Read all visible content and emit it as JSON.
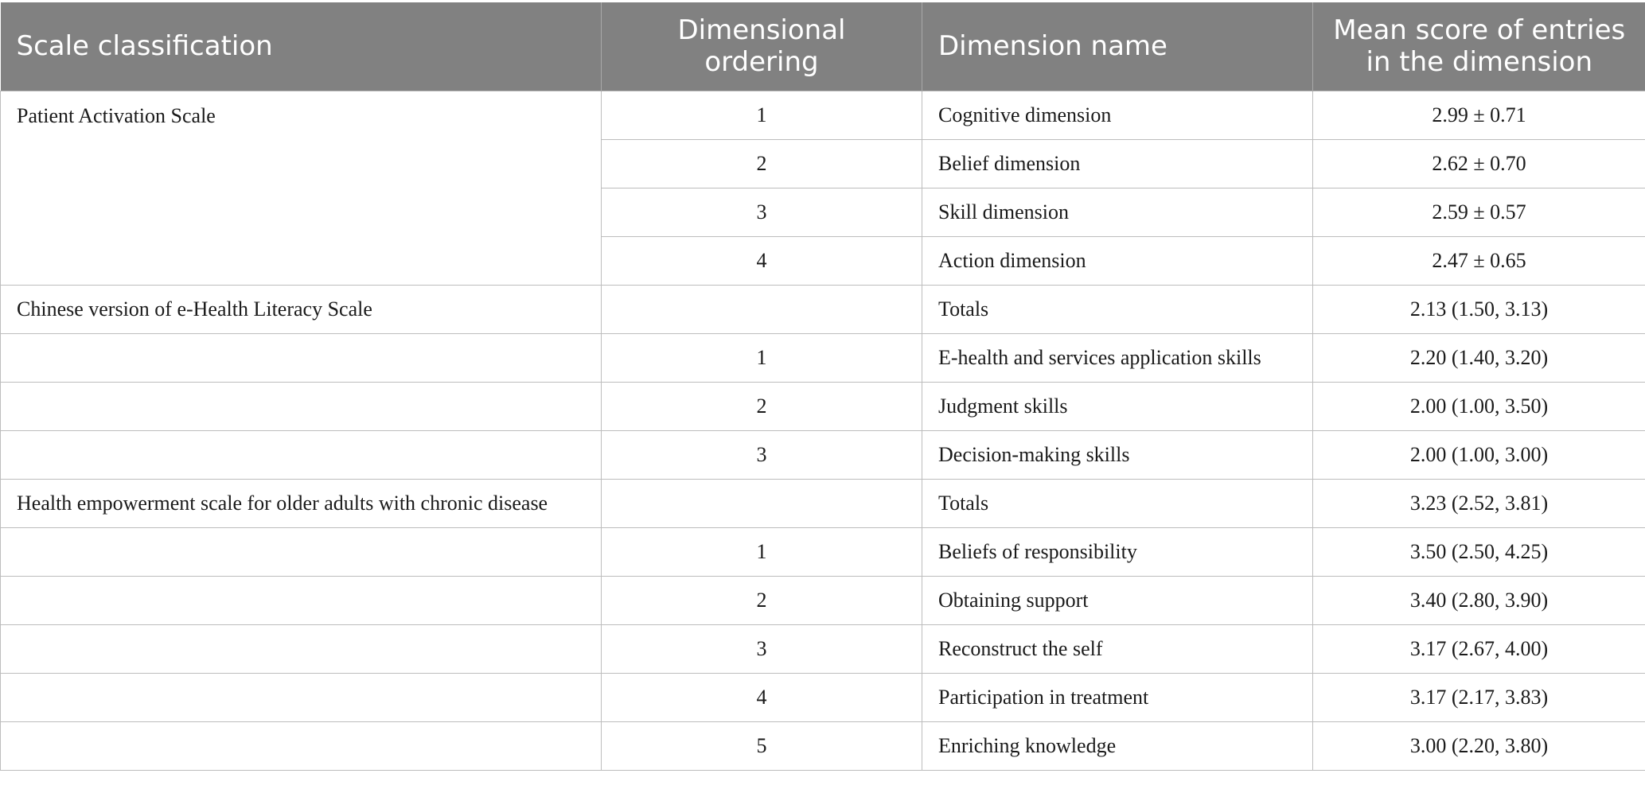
{
  "headers": {
    "scale_classification": "Scale classification",
    "dimensional_ordering": "Dimensional ordering",
    "dimension_name": "Dimension name",
    "mean_score": "Mean score of entries in the dimension"
  },
  "rows": [
    {
      "scale": "Patient Activation Scale",
      "order": "1",
      "name": "Cognitive dimension",
      "score": "2.99 ± 0.71"
    },
    {
      "scale": "",
      "order": "2",
      "name": "Belief dimension",
      "score": "2.62 ± 0.70"
    },
    {
      "scale": "",
      "order": "3",
      "name": "Skill dimension",
      "score": "2.59 ± 0.57"
    },
    {
      "scale": "",
      "order": "4",
      "name": "Action dimension",
      "score": "2.47 ± 0.65"
    },
    {
      "scale": "Chinese version of e-Health Literacy Scale",
      "order": "",
      "name": "Totals",
      "score": "2.13 (1.50, 3.13)"
    },
    {
      "scale": "",
      "order": "1",
      "name": "E-health and services application skills",
      "score": "2.20 (1.40, 3.20)"
    },
    {
      "scale": "",
      "order": "2",
      "name": "Judgment skills",
      "score": "2.00 (1.00, 3.50)"
    },
    {
      "scale": "",
      "order": "3",
      "name": "Decision-making skills",
      "score": "2.00 (1.00, 3.00)"
    },
    {
      "scale": "Health empowerment scale for older adults with chronic disease",
      "order": "",
      "name": "Totals",
      "score": "3.23 (2.52, 3.81)"
    },
    {
      "scale": "",
      "order": "1",
      "name": "Beliefs of responsibility",
      "score": "3.50 (2.50, 4.25)"
    },
    {
      "scale": "",
      "order": "2",
      "name": "Obtaining support",
      "score": "3.40 (2.80, 3.90)"
    },
    {
      "scale": "",
      "order": "3",
      "name": "Reconstruct the self",
      "score": "3.17 (2.67, 4.00)"
    },
    {
      "scale": "",
      "order": "4",
      "name": "Participation in treatment",
      "score": "3.17 (2.17, 3.83)"
    },
    {
      "scale": "",
      "order": "5",
      "name": "Enriching knowledge",
      "score": "3.00 (2.20, 3.80)"
    }
  ],
  "colors": {
    "header_bg": "#818181",
    "header_text": "#ffffff",
    "grid_line": "#bdbdbd"
  }
}
